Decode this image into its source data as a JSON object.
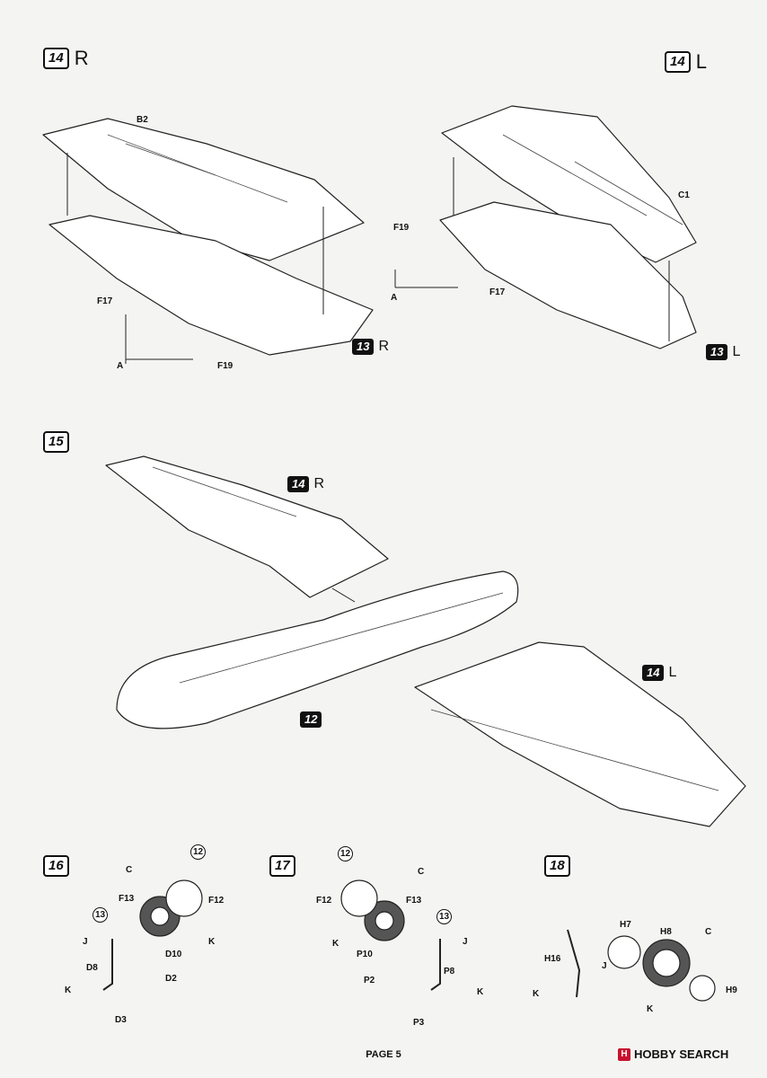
{
  "steps": {
    "s14r": {
      "num": "14",
      "side": "R"
    },
    "s14l": {
      "num": "14",
      "side": "L"
    },
    "s15": {
      "num": "15"
    },
    "s16": {
      "num": "16"
    },
    "s17": {
      "num": "17"
    },
    "s18": {
      "num": "18"
    }
  },
  "refs": {
    "r13r": {
      "num": "13",
      "side": "R"
    },
    "r13l": {
      "num": "13",
      "side": "L"
    },
    "r14r": {
      "num": "14",
      "side": "R"
    },
    "r14l": {
      "num": "14",
      "side": "L"
    },
    "r12": {
      "num": "12"
    }
  },
  "parts": {
    "s14r": {
      "b2": "B2",
      "f17": "F17",
      "a": "A",
      "f19": "F19"
    },
    "s14l": {
      "c1": "C1",
      "f19": "F19",
      "a": "A",
      "f17": "F17"
    },
    "s16": {
      "c": "C",
      "f13": "F13",
      "f12": "F12",
      "k1": "K",
      "j": "J",
      "d10": "D10",
      "d8": "D8",
      "d2": "D2",
      "k2": "K",
      "d3": "D3",
      "c12": "12",
      "c13": "13"
    },
    "s17": {
      "c": "C",
      "f12": "F12",
      "f13": "F13",
      "k1": "K",
      "j": "J",
      "p10": "P10",
      "p8": "P8",
      "p2": "P2",
      "k2": "K",
      "p3": "P3",
      "c12": "12",
      "c13": "13"
    },
    "s18": {
      "h7": "H7",
      "h8": "H8",
      "c": "C",
      "h16": "H16",
      "j": "J",
      "k1": "K",
      "k2": "K",
      "h9": "H9"
    }
  },
  "footer": {
    "page": "PAGE 5"
  },
  "watermark": {
    "text": "HOBBY SEARCH"
  },
  "colors": {
    "ink": "#111111",
    "paper": "#f4f4f2",
    "brand": "#c8102e"
  }
}
